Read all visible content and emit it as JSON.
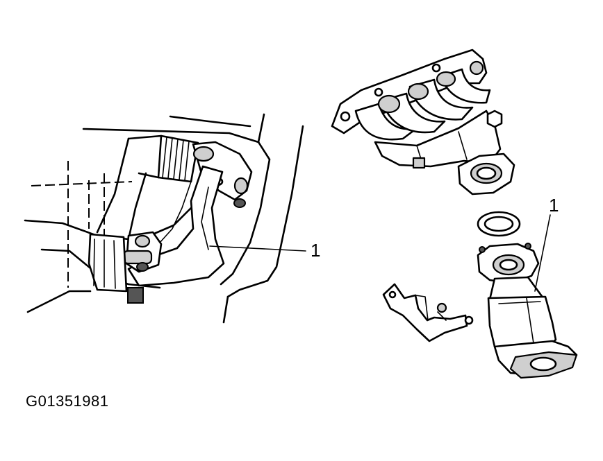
{
  "figure": {
    "figure_id": "G01351981",
    "callouts": [
      {
        "label": "1",
        "part": "left-view"
      },
      {
        "label": "1",
        "part": "right-view"
      }
    ]
  },
  "colors": {
    "ink": "#000000",
    "background": "#ffffff",
    "shade": "#cfcfcf"
  }
}
